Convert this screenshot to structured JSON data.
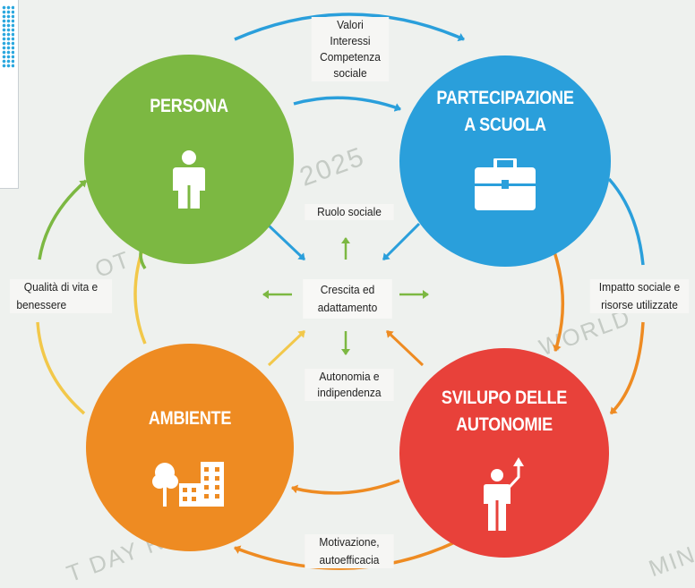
{
  "nodes": {
    "persona": {
      "title_1": "PERSONA",
      "title_2": "",
      "color": "#7cb842",
      "icon": "person-icon"
    },
    "partecipazione": {
      "title_1": "PARTECIPAZIONE",
      "title_2": "A SCUOLA",
      "color": "#2a9fdb",
      "icon": "briefcase-icon"
    },
    "ambiente": {
      "title_1": "AMBIENTE",
      "title_2": "",
      "color": "#ee8b22",
      "icon": "tree-building-icon"
    },
    "sviluppo": {
      "title_1": "SVILUPO DELLE",
      "title_2": "AUTONOMIE",
      "color": "#e8413a",
      "icon": "person-growth-icon"
    }
  },
  "center": {
    "line_1": "Crescita ed",
    "line_2": "adattamento"
  },
  "labels": {
    "top_1": "Valori",
    "top_2": "Interessi",
    "top_3": "Competenza",
    "top_4": "sociale",
    "ruolo": "Ruolo sociale",
    "autonomia_1": "Autonomia e",
    "autonomia_2": "indipendenza",
    "left_1": "Qualità di vita e",
    "left_2": "benessere",
    "right_1": "Impatto sociale e",
    "right_2": "risorse utilizzate",
    "bottom_1": "Motivazione,",
    "bottom_2": "autoefficacia"
  },
  "watermarks": {
    "w1": "2025",
    "w2": "OT",
    "w3": "WORLD",
    "w4": "T DAY RI",
    "w5": "MIN"
  },
  "colors": {
    "background": "#eef1ee",
    "green": "#7cb842",
    "blue": "#2a9fdb",
    "orange": "#ee8b22",
    "red": "#e8413a",
    "yellow": "#f2c84a"
  }
}
